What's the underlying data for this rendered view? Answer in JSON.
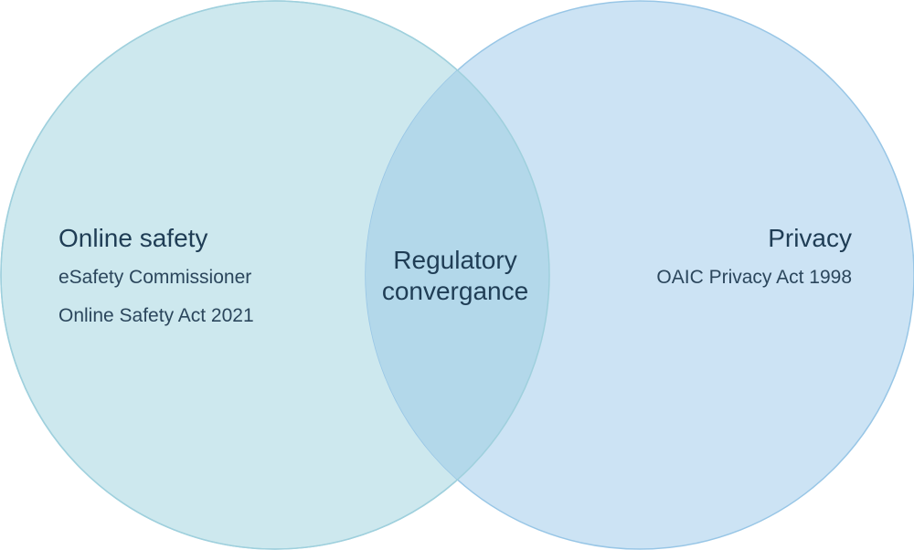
{
  "colors": {
    "left_circle_fill": "#cde8ee",
    "left_circle_stroke": "#9fd0dd",
    "right_circle_fill": "#cce3f4",
    "right_circle_stroke": "#98c6e6",
    "overlap_fill": "#b3d8ea",
    "text": "#1f3d55"
  },
  "left": {
    "title": "Online safety",
    "line1": "eSafety Commissioner",
    "line2": "Online Safety Act 2021"
  },
  "center": {
    "line1": "Regulatory",
    "line2": "convergance"
  },
  "right": {
    "title": "Privacy",
    "line1": "OAIC Privacy Act 1998"
  }
}
